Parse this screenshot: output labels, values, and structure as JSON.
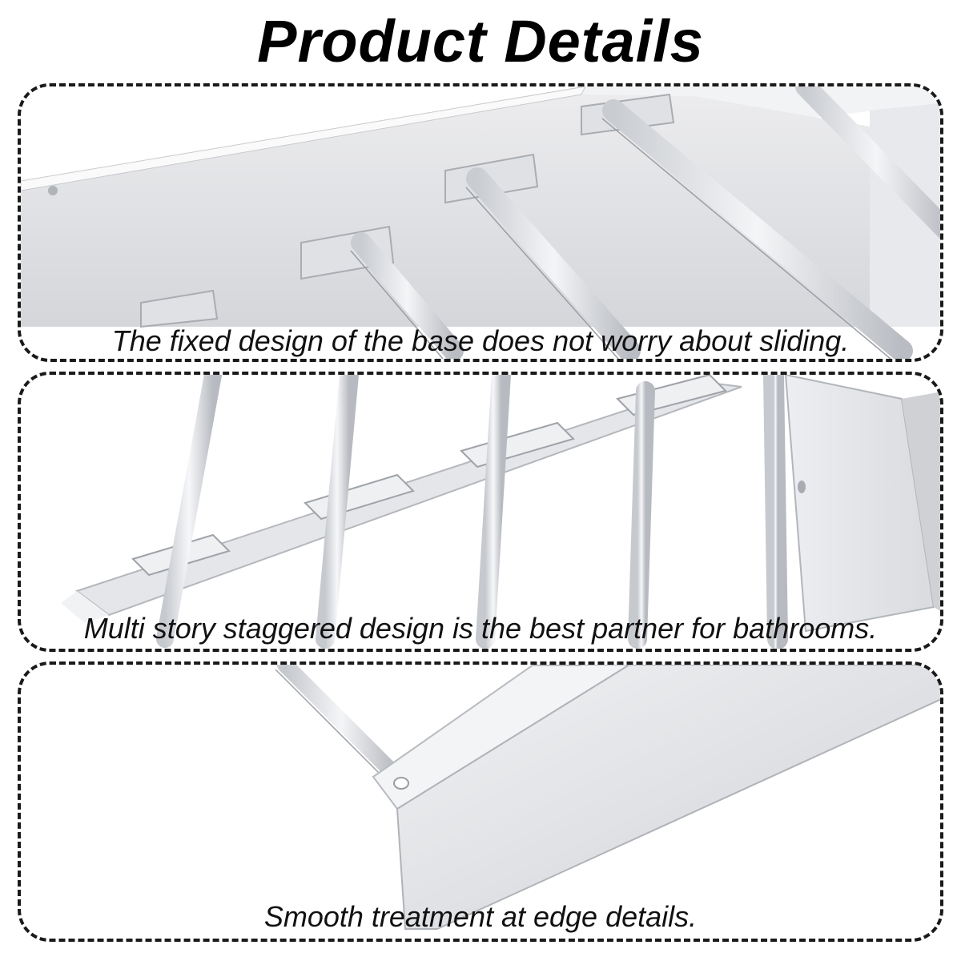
{
  "title": "Product Details",
  "panels": [
    {
      "caption": "The fixed design of the base does not worry about sliding.",
      "image": "photo-base-slots-closeup"
    },
    {
      "caption": "Multi story staggered design is the best partner for bathrooms.",
      "image": "photo-staggered-rods"
    },
    {
      "caption": "Smooth treatment at edge details.",
      "image": "photo-edge-detail"
    }
  ],
  "colors": {
    "text": "#000000",
    "border": "#1a1a1a",
    "metal": "#e4e6e9"
  }
}
